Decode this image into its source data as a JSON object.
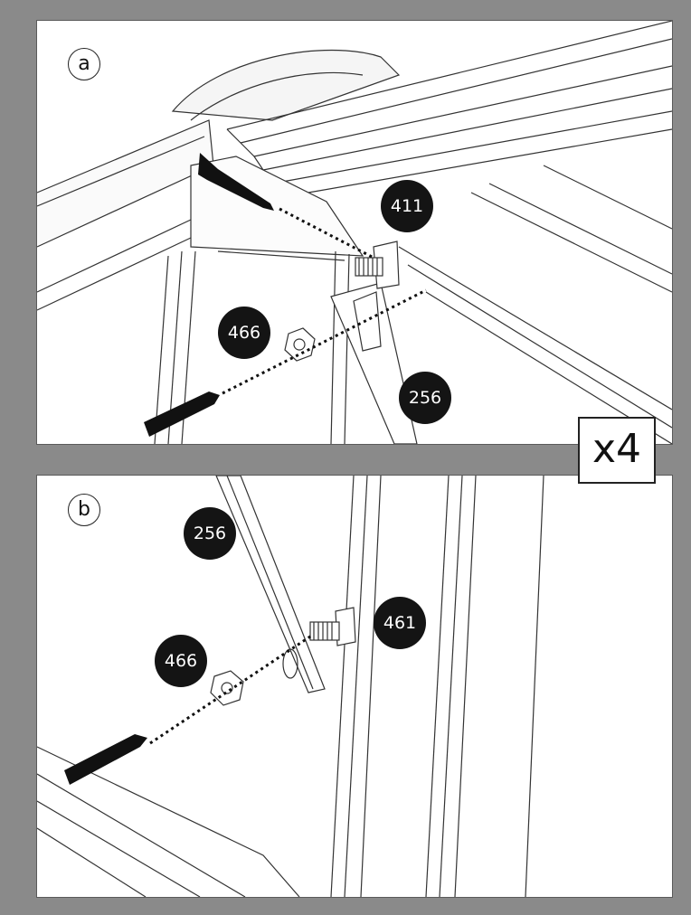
{
  "panel_a": {
    "step_label": "a",
    "parts": {
      "bolt": "411",
      "nut": "466",
      "strut": "256"
    }
  },
  "panel_b": {
    "step_label": "b",
    "parts": {
      "strut": "256",
      "bolt": "461",
      "nut": "466"
    }
  },
  "multiplier": "x4"
}
